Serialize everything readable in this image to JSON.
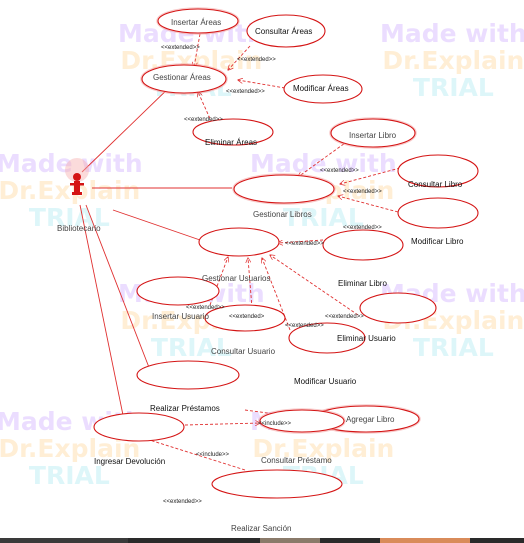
{
  "actor": {
    "label": "Bibliotecario",
    "color": "#d41414"
  },
  "watermark": {
    "line1": "Made with",
    "line2": "Dr.Explain",
    "line3": "TRIAL"
  },
  "use_cases": {
    "insertar_areas": "Insertar  Áreas",
    "consultar_areas": "Consultar  Áreas",
    "gestionar_areas": "Gestionar  Áreas",
    "modificar_areas": "Modificar  Áreas",
    "eliminar_areas": "Eliminar  Áreas",
    "insertar_libro": "Insertar  Libro",
    "consultar_libro": "Consultar  Libro",
    "gestionar_libros": "Gestionar  Libros",
    "modificar_libro": "Modificar  Libro",
    "eliminar_libro": "Eliminar  Libro",
    "gestionar_usuarios": "Gestionar  Usuarios",
    "insertar_usuario": "Insertar  Usuario",
    "consultar_usuario": "Consultar  Usuario",
    "eliminar_usuario": "Eliminar  Usuario",
    "modificar_usuario": "Modificar  Usuario",
    "realizar_prestamos": "Realizar  Préstamos",
    "agregar_libro": "Agregar  Libro",
    "ingresar_devolucion": "Ingresar  Devolución",
    "consultar_prestamo": "Consultar  Préstamo",
    "realizar_sancion": "Realizar  Sanción"
  },
  "stereotypes": {
    "extended": "<<extended>>",
    "extended_trunc": "<<extended>",
    "include": "<<include>>"
  },
  "colors": {
    "line": "#e03030",
    "ellipse": "#d41414",
    "glow": "#f3a0a0"
  }
}
